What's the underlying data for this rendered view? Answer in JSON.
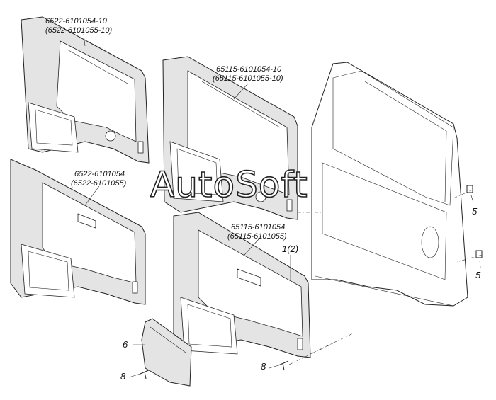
{
  "labels": {
    "p1_main": "6522-6101054-10",
    "p1_alt": "(6522-6101055-10)",
    "p2_main": "65115-6101054-10",
    "p2_alt": "(65115-6101055-10)",
    "p3_main": "6522-6101054",
    "p3_alt": "(6522-6101055)",
    "p4_main": "65115-6101054",
    "p4_alt": "(65115-6101055)",
    "door": "1(2)",
    "cover": "6",
    "screw_left": "8",
    "screw_right": "8",
    "hinge_top": "5",
    "hinge_bottom": "5"
  },
  "watermark": "AutoSoft"
}
